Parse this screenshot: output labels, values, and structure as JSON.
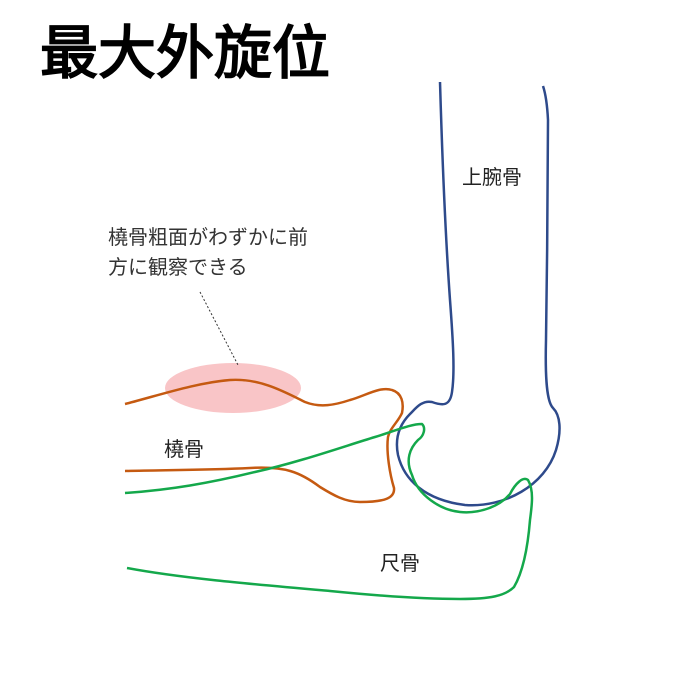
{
  "title": "最大外旋位",
  "annotation": {
    "line1": "橈骨粗面がわずかに前",
    "line2": "方に観察できる"
  },
  "labels": {
    "humerus": "上腕骨",
    "radius": "橈骨",
    "ulna": "尺骨"
  },
  "colors": {
    "humerus": "#2E4A8B",
    "radius": "#C55A11",
    "ulna": "#14A84B",
    "tuberosity_fill": "#F8BFC1"
  }
}
